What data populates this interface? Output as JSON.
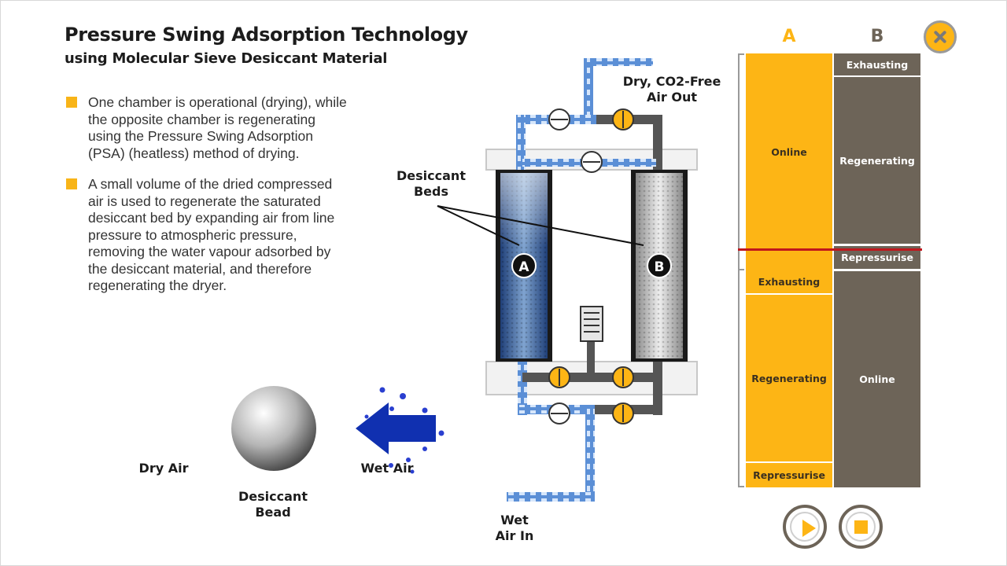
{
  "header": {
    "title": "Pressure Swing Adsorption Technology",
    "subtitle": "using Molecular Sieve Desiccant Material"
  },
  "bullets": [
    "One chamber is operational (drying), while the opposite chamber is regenerating using the Pressure Swing Adsorption (PSA) (heatless) method of drying.",
    "A small volume of the dried compressed air is used to regenerate the saturated desiccant bed by expanding air from line pressure to atmospheric pressure, removing the water vapour adsorbed by the desiccant material, and therefore regenerating the dryer."
  ],
  "diagram": {
    "outlet_label": "Dry, CO2-Free Air Out",
    "inlet_label_line1": "Wet",
    "inlet_label_line2": "Air In",
    "beds_label_line1": "Desiccant",
    "beds_label_line2": "Beds",
    "tower_a": "A",
    "tower_b": "B",
    "dry_air": "Dry Air",
    "wet_air": "Wet Air",
    "bead_label_line1": "Desiccant",
    "bead_label_line2": "Bead"
  },
  "timeline": {
    "col_a": "A",
    "col_b": "B",
    "a_segments": [
      "Online",
      "Exhausting",
      "Regenerating",
      "Repressurise"
    ],
    "b_segments": [
      "Exhausting",
      "Regenerating",
      "Repressurise",
      "Online"
    ],
    "playhead_color": "#c0161c"
  },
  "colors": {
    "accent": "#fdb515",
    "taupe": "#6d6458",
    "pipe_blue": "#5b8fd6",
    "pipe_grey": "#555555",
    "arrow_blue": "#1030b0"
  },
  "controls": {
    "close_icon": "close-icon",
    "play_icon": "play-icon",
    "stop_icon": "stop-icon"
  }
}
